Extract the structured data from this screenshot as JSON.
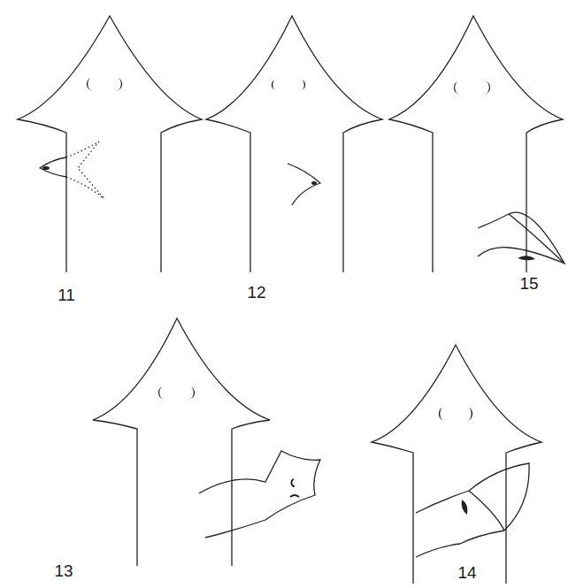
{
  "diagram": {
    "labels": [
      "11",
      "12",
      "15",
      "13",
      "14"
    ]
  }
}
